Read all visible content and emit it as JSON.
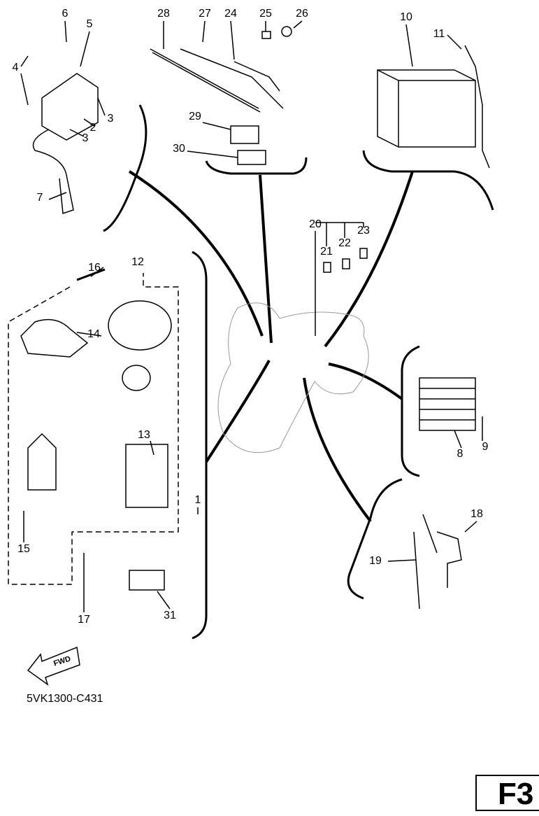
{
  "diagram": {
    "callouts": [
      "6",
      "5",
      "4",
      "3",
      "2",
      "3",
      "7",
      "28",
      "27",
      "24",
      "25",
      "26",
      "29",
      "30",
      "10",
      "11",
      "20",
      "23",
      "21",
      "22",
      "16",
      "12",
      "14",
      "13",
      "1",
      "15",
      "17",
      "31",
      "9",
      "8",
      "18",
      "19"
    ],
    "fwd_label": "FWD",
    "drawing_code": "5VK1300-C431",
    "page_id": "F3"
  }
}
